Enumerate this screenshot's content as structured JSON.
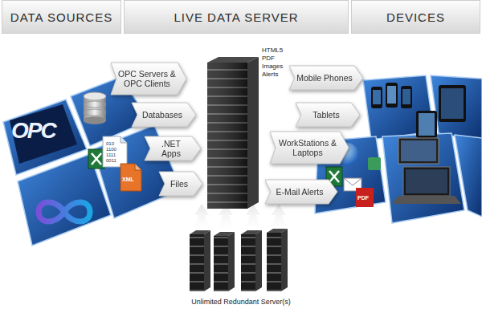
{
  "diagram": {
    "nodes": [
      {
        "text": [
          "DATA SOURCES"
        ]
      },
      {
        "text": [
          "LIVE DATA SERVER"
        ]
      },
      {
        "text": [
          "DEVICES"
        ]
      },
      {
        "text": [
          "OPC Servers & OPC Clients"
        ]
      },
      {
        "text": [
          "Databases"
        ]
      },
      {
        "text": [
          ".NET Apps"
        ]
      },
      {
        "text": [
          "Files"
        ]
      },
      {
        "text": [
          "Mobile Phones"
        ]
      },
      {
        "text": [
          "Tablets"
        ]
      },
      {
        "text": [
          "WorkStations & Laptops"
        ]
      },
      {
        "text": [
          "E-Mail Alerts"
        ]
      }
    ],
    "labels": [
      "HTML5",
      "PDF",
      "Images",
      "Alerts",
      "Unlimited Redundant Server(s)",
      "OPC",
      "XML",
      "010",
      "1100",
      "1111",
      "0011",
      "PDF"
    ]
  }
}
